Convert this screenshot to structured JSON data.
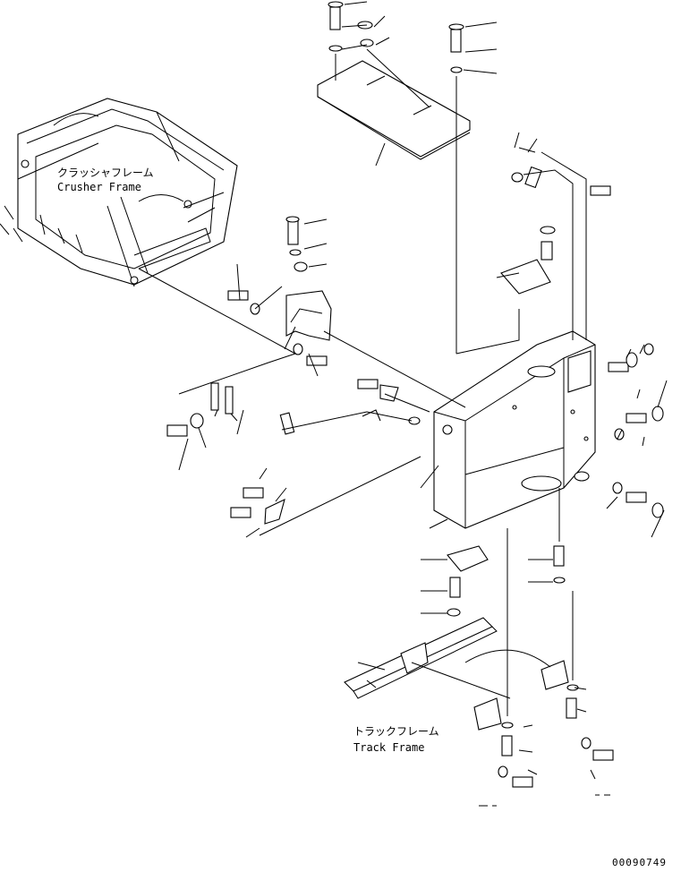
{
  "labels": {
    "crusher_frame_jp": "クラッシャフレーム",
    "crusher_frame_en": "Crusher Frame",
    "track_frame_jp": "トラックフレーム",
    "track_frame_en": "Track Frame",
    "drawing_number": "00090749"
  }
}
